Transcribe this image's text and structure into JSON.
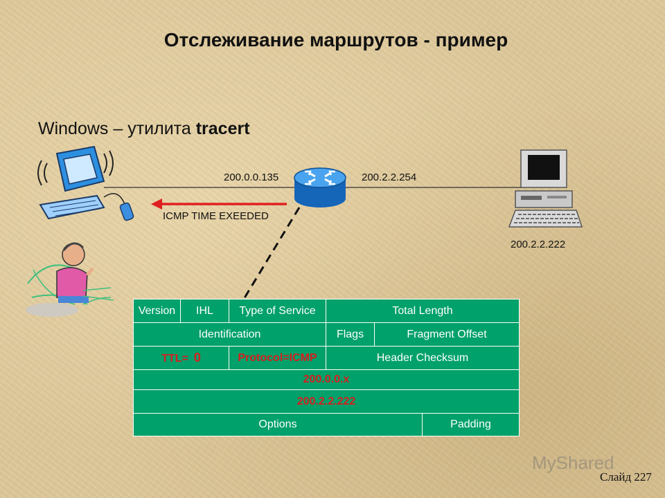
{
  "title": "Отслеживание маршрутов - пример",
  "subtitle": {
    "prefix": "Windows – утилита ",
    "bold": "tracert"
  },
  "labels": {
    "router_left_ip": "200.0.0.135",
    "router_right_ip": "200.2.2.254",
    "icmp_message": "ICMP TIME EXEEDED",
    "host_ip": "200.2.2.222"
  },
  "ip_header": {
    "row1": [
      "Version",
      "IHL",
      "Type of Service",
      "Total Length"
    ],
    "row2": [
      "Identification",
      "Flags",
      "Fragment Offset"
    ],
    "row3": {
      "ttl_label": "TTL=",
      "ttl_value": "0",
      "protocol": "Protocol=ICMP",
      "checksum": "Header Checksum"
    },
    "row4": "200.0.0.x",
    "row5": "200.2.2.222",
    "row6": [
      "Options",
      "Padding"
    ]
  },
  "footer": {
    "watermark": "MyShared",
    "slide": "Слайд 227"
  },
  "colors": {
    "table_green": "#00a16a",
    "accent_red": "#d71f1f",
    "router_blue": "#1e7fd0"
  },
  "icons": [
    "workstation-icon",
    "router-icon",
    "server-icon",
    "user-clipart-icon",
    "red-arrow-icon",
    "dashed-line"
  ]
}
